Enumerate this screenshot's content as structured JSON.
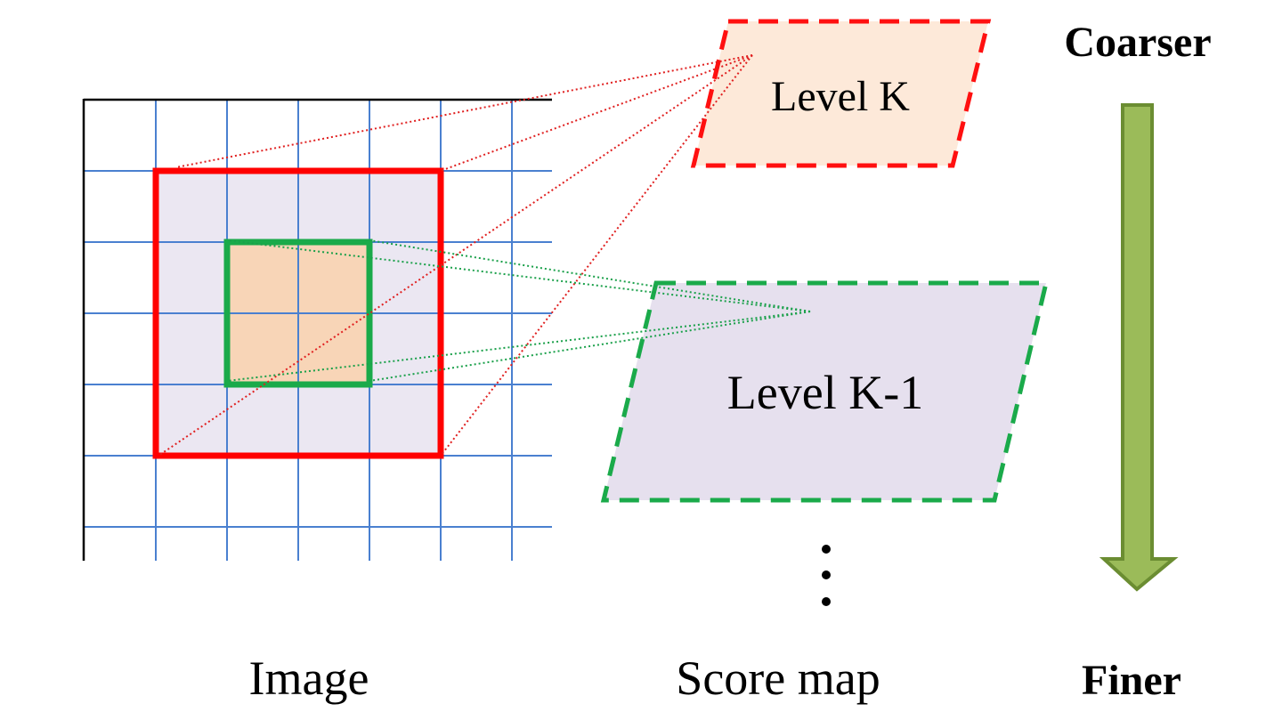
{
  "labels": {
    "image": "Image",
    "score_map": "Score map",
    "coarser": "Coarser",
    "finer": "Finer",
    "level_k": "Level K",
    "level_k_minus_1": "Level K-1"
  },
  "colors": {
    "grid_line": "#4a80d0",
    "axis_line": "#000000",
    "red_box": "#ff0000",
    "green_box": "#1aaa4a",
    "red_box_fill": "#e6e0ee",
    "green_box_fill": "#f9d4b2",
    "level_k_fill": "#fde9d9",
    "level_k_border": "#ff1010",
    "level_k1_fill": "#e6e0ee",
    "level_k1_border": "#1aaa4a",
    "arrow_fill": "#9bbb59",
    "arrow_stroke": "#6b8d32",
    "red_dotted": "#e02020",
    "green_dotted": "#1aa04a"
  }
}
